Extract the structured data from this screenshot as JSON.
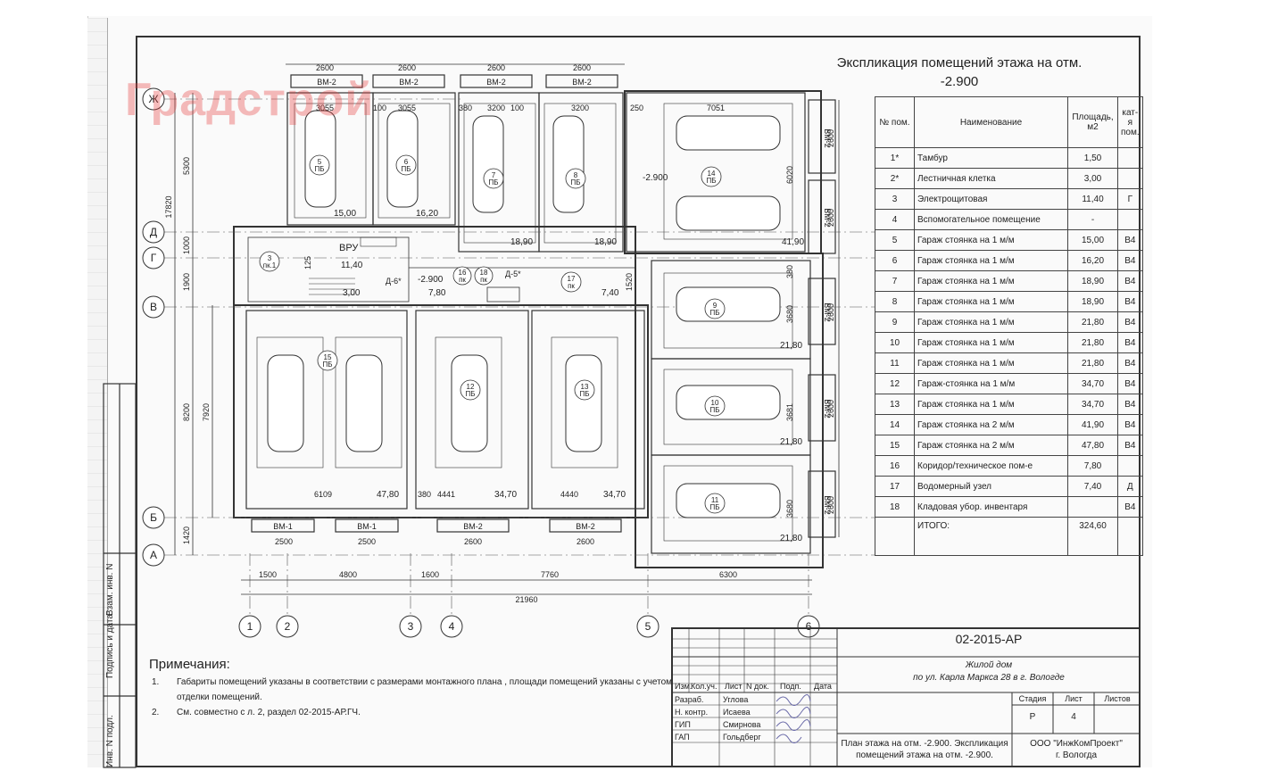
{
  "watermark": "Градстрой",
  "explication": {
    "title_line1": "Экспликация помещений этажа на отм.",
    "title_line2": "-2.900",
    "headers": {
      "num": "№ пом.",
      "name": "Наименование",
      "area": "Площадь, м2",
      "cat": "кат-я пом."
    },
    "rows": [
      {
        "num": "1*",
        "name": "Тамбур",
        "area": "1,50",
        "cat": ""
      },
      {
        "num": "2*",
        "name": "Лестничная клетка",
        "area": "3,00",
        "cat": ""
      },
      {
        "num": "3",
        "name": "Электрощитовая",
        "area": "11,40",
        "cat": "Г"
      },
      {
        "num": "4",
        "name": "Вспомогательное помещение",
        "area": "-",
        "cat": ""
      },
      {
        "num": "5",
        "name": "Гараж стоянка на 1 м/м",
        "area": "15,00",
        "cat": "В4"
      },
      {
        "num": "6",
        "name": "Гараж стоянка на 1 м/м",
        "area": "16,20",
        "cat": "В4"
      },
      {
        "num": "7",
        "name": "Гараж стоянка на 1 м/м",
        "area": "18,90",
        "cat": "В4"
      },
      {
        "num": "8",
        "name": "Гараж стоянка на 1 м/м",
        "area": "18,90",
        "cat": "В4"
      },
      {
        "num": "9",
        "name": "Гараж стоянка на 1 м/м",
        "area": "21,80",
        "cat": "В4"
      },
      {
        "num": "10",
        "name": "Гараж стоянка на 1 м/м",
        "area": "21,80",
        "cat": "В4"
      },
      {
        "num": "11",
        "name": "Гараж стоянка на 1 м/м",
        "area": "21,80",
        "cat": "В4"
      },
      {
        "num": "12",
        "name": "Гараж-стоянка на 1 м/м",
        "area": "34,70",
        "cat": "В4"
      },
      {
        "num": "13",
        "name": "Гараж стоянка на 1 м/м",
        "area": "34,70",
        "cat": "В4"
      },
      {
        "num": "14",
        "name": "Гараж стоянка на 2 м/м",
        "area": "41,90",
        "cat": "В4"
      },
      {
        "num": "15",
        "name": "Гараж стоянка на 2 м/м",
        "area": "47,80",
        "cat": "В4"
      },
      {
        "num": "16",
        "name": "Коридор/техническое пом-е",
        "area": "7,80",
        "cat": ""
      },
      {
        "num": "17",
        "name": "Водомерный узел",
        "area": "7,40",
        "cat": "Д"
      },
      {
        "num": "18",
        "name": "Кладовая убор. инвентаря",
        "area": "",
        "cat": "В4"
      }
    ],
    "total_label": "ИТОГО:",
    "total_area": "324,60"
  },
  "notes": {
    "title": "Примечания:",
    "items": [
      {
        "n": "1.",
        "line1": "Габариты помещений указаны в соответствии с размерами монтажного плана , площади помещений указаны с учетом",
        "line2": "отделки помещений."
      },
      {
        "n": "2.",
        "line1": "См. совместно с л. 2, раздел 02-2015-АР.ГЧ.",
        "line2": ""
      }
    ]
  },
  "stamp": {
    "code": "02-2015-АР",
    "object_line1": "Жилой дом",
    "object_line2": "по ул. Карла Маркса 28 в г. Вологде",
    "col_headers": [
      "Изм.",
      "Кол.уч.",
      "Лист",
      "N док.",
      "Подп.",
      "Дата"
    ],
    "roles": [
      {
        "role": "Разраб.",
        "name": "Углова"
      },
      {
        "role": "Н. контр.",
        "name": "Исаева"
      },
      {
        "role": "ГИП",
        "name": "Смирнова"
      },
      {
        "role": "ГАП",
        "name": "Гольдберг"
      }
    ],
    "stage_label": "Стадия",
    "sheet_label": "Лист",
    "sheets_label": "Листов",
    "stage": "Р",
    "sheet": "4",
    "sheet_title_line1": "План этажа на отм. -2.900. Экспликация",
    "sheet_title_line2": "помещений этажа на отм. -2.900.",
    "org_line1": "ООО \"ИнжКомПроект\"",
    "org_line2": "г. Вологда"
  },
  "side_labels": [
    "Инв. N подл.",
    "Подпись и дата",
    "Взам. инв. N"
  ],
  "plan": {
    "axes_x": [
      "1",
      "2",
      "3",
      "4",
      "5",
      "6"
    ],
    "axes_y": [
      "Ж",
      "Д",
      "Г",
      "В",
      "Б",
      "А"
    ],
    "bottom_dims": [
      "1500",
      "4800",
      "1600",
      "7760",
      "6300"
    ],
    "total_dim": "21960",
    "left_dims": [
      "5300",
      "1000",
      "1900",
      "8200",
      "1420"
    ],
    "left_total": "17820",
    "left_inner": "7920",
    "top_gates": [
      {
        "w": "2600",
        "label": "ВМ-2"
      },
      {
        "w": "2600",
        "label": "ВМ-2"
      },
      {
        "w": "2600",
        "label": "ВМ-2"
      },
      {
        "w": "2600",
        "label": "ВМ-2"
      }
    ],
    "bottom_gates": [
      {
        "w": "2500",
        "label": "ВМ-1"
      },
      {
        "w": "2500",
        "label": "ВМ-1"
      },
      {
        "w": "2600",
        "label": "ВМ-2"
      },
      {
        "w": "2600",
        "label": "ВМ-2"
      }
    ],
    "right_gates": [
      "ВМ-2",
      "ВМ-2",
      "ВМ-2",
      "ВМ-2",
      "ВМ-2"
    ],
    "right_gate_w": "2600",
    "room_areas": {
      "r5": "15,00",
      "r6": "16,20",
      "r7": "18,90",
      "r8": "18,90",
      "r14": "41,90",
      "r9": "21,80",
      "r10": "21,80",
      "r11": "21,80",
      "r15": "47,80",
      "r12": "34,70",
      "r13": "34,70",
      "r3": "11,40",
      "r2": "3,00",
      "r16": "7,80",
      "r17": "7,40"
    },
    "inner_dims": {
      "d3055a": "3055",
      "d100a": "100",
      "d3055b": "3055",
      "d380a": "380",
      "d3200a": "3200",
      "d100b": "100",
      "d3200b": "3200",
      "d250": "250",
      "d7051": "7051",
      "d6020": "6020",
      "d380b": "380",
      "d3680a": "3680",
      "d3681": "3681",
      "d3680b": "3680",
      "d1520": "1520",
      "d125": "125",
      "d6109": "6109",
      "d380c": "380",
      "d4441": "4441",
      "d4440": "4440"
    },
    "labels": {
      "vru": "ВРУ",
      "level1": "-2.900",
      "level2": "-2.900",
      "d6": "Д-6*",
      "d5": "Д-5*",
      "tag_pb": "ПБ",
      "tag_pk": "пк",
      "tag_pk1": "пк.1"
    },
    "room_nums": [
      "5",
      "6",
      "7",
      "8",
      "14",
      "9",
      "10",
      "11",
      "15",
      "12",
      "13",
      "3",
      "16",
      "18",
      "17"
    ]
  }
}
